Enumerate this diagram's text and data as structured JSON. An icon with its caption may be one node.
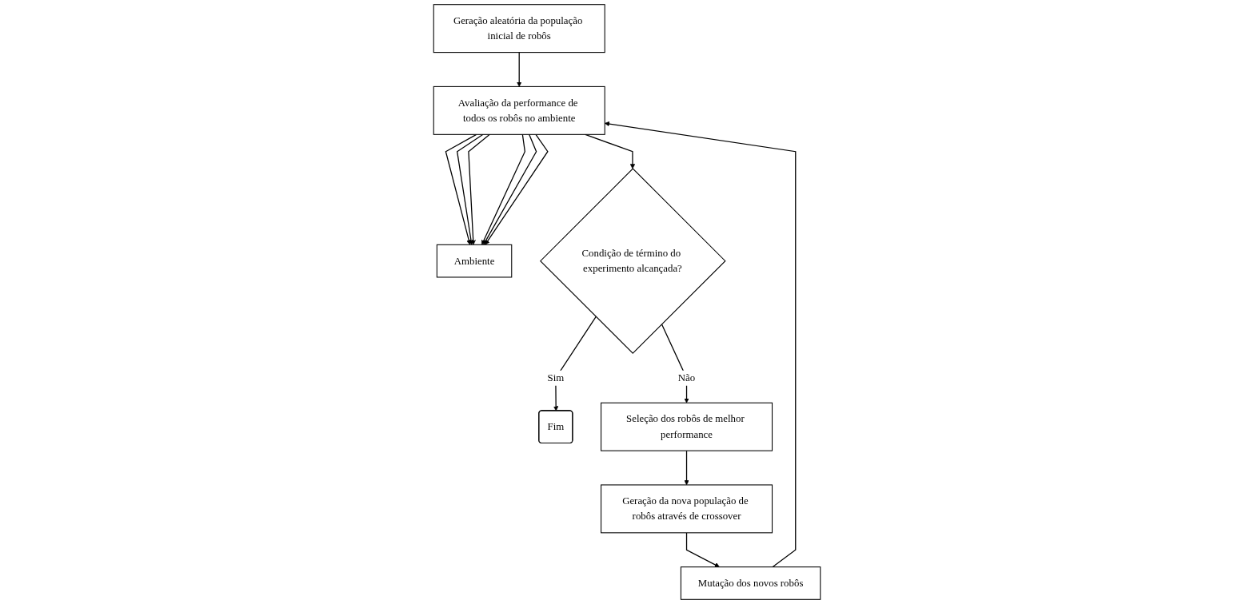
{
  "diagram": {
    "nodes": [
      {
        "text": [
          "Geração aleatória da população inicial de robôs"
        ]
      },
      {
        "text": [
          "Mutação dos novos robôs"
        ]
      },
      {
        "text": [
          "Ambiente"
        ]
      },
      {
        "text": [
          "Avaliação da performance de todos os robôs no ambiente"
        ]
      },
      {
        "text": [
          "Geração da nova população de robôs através de crossover"
        ]
      },
      {
        "text": [
          "Fim"
        ]
      },
      {
        "text": [
          "Condição de término do experimento alcançada?"
        ]
      },
      {
        "text": [
          "Seleção dos robôs de melhor performance"
        ]
      }
    ],
    "edges": [
      {
        "from": 0,
        "to": 3,
        "arrow": "to"
      },
      {
        "from": 3,
        "to": 2,
        "arrow": "to"
      },
      {
        "from": 3,
        "to": 2,
        "arrow": "to"
      },
      {
        "from": 3,
        "to": 2,
        "arrow": "to"
      },
      {
        "from": 3,
        "to": 2,
        "arrow": "to"
      },
      {
        "from": 3,
        "to": 2,
        "arrow": "to"
      },
      {
        "from": 3,
        "to": 2,
        "arrow": "to"
      },
      {
        "from": 1,
        "to": 3,
        "arrow": "to"
      },
      {
        "from": 3,
        "to": 6,
        "arrow": "to"
      },
      {
        "from": 6,
        "to": 5,
        "label": "Sim",
        "arrow": "to"
      },
      {
        "from": 6,
        "to": 7,
        "label": "Não",
        "arrow": "to"
      },
      {
        "from": 7,
        "to": 4,
        "arrow": "to"
      },
      {
        "from": 4,
        "to": 1,
        "arrow": "to"
      }
    ]
  }
}
